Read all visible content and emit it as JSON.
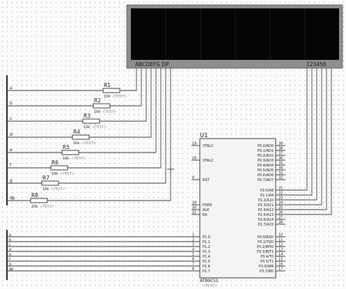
{
  "display": {
    "segment_labels": "ABCDEFG DP",
    "digit_labels": "123456"
  },
  "resistors": [
    {
      "ref": "R1",
      "value": "10k",
      "text": "<TEXT>"
    },
    {
      "ref": "R2",
      "value": "10k",
      "text": "<TEXT>"
    },
    {
      "ref": "R3",
      "value": "10k",
      "text": "<TEXT>"
    },
    {
      "ref": "R4",
      "value": "10k",
      "text": "<TEXT>"
    },
    {
      "ref": "R5",
      "value": "10k",
      "text": "<TEXT>"
    },
    {
      "ref": "R6",
      "value": "10k",
      "text": "<TEXT>"
    },
    {
      "ref": "R7",
      "value": "10k",
      "text": "<TEXT>"
    },
    {
      "ref": "R8",
      "value": "10k",
      "text": "<TEXT>"
    }
  ],
  "bus_left_labels": [
    "a",
    "b",
    "c",
    "d",
    "e",
    "f",
    "g",
    "dp"
  ],
  "bus_bottom_labels": [
    "a",
    "b",
    "c",
    "d",
    "e",
    "f",
    "g",
    "dp"
  ],
  "chip": {
    "ref": "U1",
    "part": "AT89C51",
    "text": "<TEXT>",
    "left_pins": [
      {
        "num": "19",
        "name": "XTAL1"
      },
      {
        "num": "18",
        "name": "XTAL2"
      },
      {
        "num": "9",
        "name": "RST"
      },
      {
        "num": "29",
        "name": "PSEN"
      },
      {
        "num": "30",
        "name": "ALE"
      },
      {
        "num": "31",
        "name": "EA"
      },
      {
        "num": "1",
        "name": "P1.0"
      },
      {
        "num": "2",
        "name": "P1.1"
      },
      {
        "num": "3",
        "name": "P1.2"
      },
      {
        "num": "4",
        "name": "P1.3"
      },
      {
        "num": "5",
        "name": "P1.4"
      },
      {
        "num": "6",
        "name": "P1.5"
      },
      {
        "num": "7",
        "name": "P1.6"
      },
      {
        "num": "8",
        "name": "P1.7"
      }
    ],
    "right_pins": [
      {
        "num": "39",
        "name": "P0.0/AD0"
      },
      {
        "num": "38",
        "name": "P0.1/AD1"
      },
      {
        "num": "37",
        "name": "P0.2/AD2"
      },
      {
        "num": "36",
        "name": "P0.3/AD3"
      },
      {
        "num": "35",
        "name": "P0.4/AD4"
      },
      {
        "num": "34",
        "name": "P0.5/AD5"
      },
      {
        "num": "33",
        "name": "P0.6/AD6"
      },
      {
        "num": "32",
        "name": "P0.7/AD7"
      },
      {
        "num": "21",
        "name": "P2.0/A8"
      },
      {
        "num": "22",
        "name": "P2.1/A9"
      },
      {
        "num": "23",
        "name": "P2.2/A10"
      },
      {
        "num": "24",
        "name": "P2.3/A11"
      },
      {
        "num": "25",
        "name": "P2.4/A12"
      },
      {
        "num": "26",
        "name": "P2.5/A13"
      },
      {
        "num": "27",
        "name": "P2.6/A14"
      },
      {
        "num": "28",
        "name": "P2.7/A15"
      },
      {
        "num": "10",
        "name": "P3.0/RXD"
      },
      {
        "num": "11",
        "name": "P3.1/TXD"
      },
      {
        "num": "12",
        "name": "P3.2/INT0"
      },
      {
        "num": "13",
        "name": "P3.3/INT1"
      },
      {
        "num": "14",
        "name": "P3.4/T0"
      },
      {
        "num": "15",
        "name": "P3.5/T1"
      },
      {
        "num": "16",
        "name": "P3.6/WR"
      },
      {
        "num": "17",
        "name": "P3.7/RD"
      }
    ]
  }
}
